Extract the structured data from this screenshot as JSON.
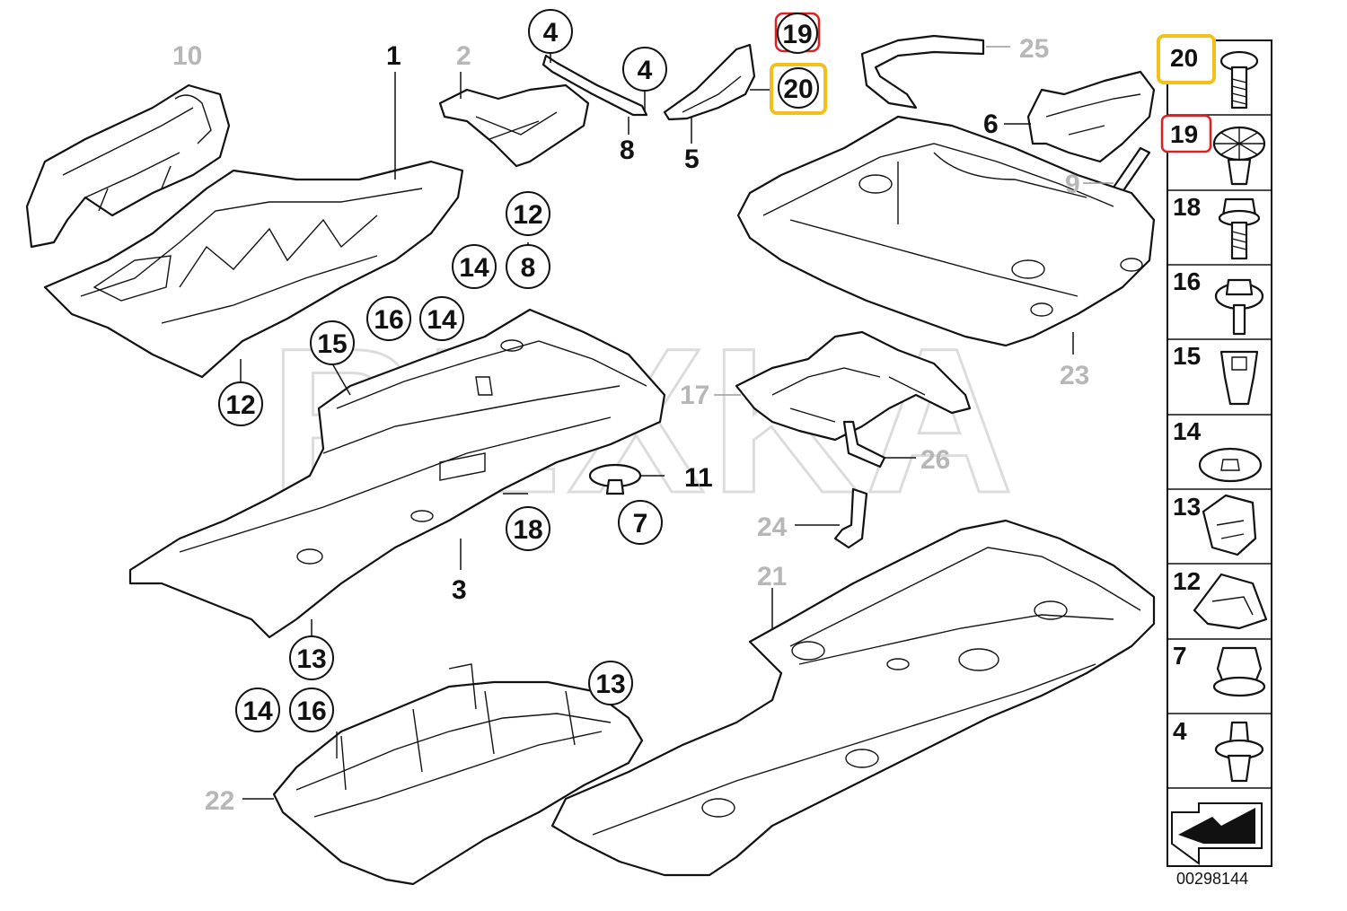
{
  "diagram": {
    "part_labels": {
      "p1": "1",
      "p2": "2",
      "p3": "3",
      "p5": "5",
      "p6": "6",
      "p8": "8",
      "p9": "9",
      "p10": "10",
      "p11": "11",
      "p17": "17",
      "p21": "21",
      "p22": "22",
      "p23": "23",
      "p24": "24",
      "p25": "25",
      "p26": "26"
    },
    "callouts": {
      "c4a": "4",
      "c4b": "4",
      "c19": "19",
      "c20": "20",
      "c12a": "12",
      "c14a": "14",
      "c8": "8",
      "c16a": "16",
      "c14b": "14",
      "c15": "15",
      "c12b": "12",
      "c7": "7",
      "c18": "18",
      "c13a": "13",
      "c14c": "14",
      "c16b": "16",
      "c13b": "13"
    },
    "fasteners": [
      {
        "number": "20",
        "highlight": "#f2c01a"
      },
      {
        "number": "19",
        "highlight": "#e02020"
      },
      {
        "number": "18"
      },
      {
        "number": "16"
      },
      {
        "number": "15"
      },
      {
        "number": "14"
      },
      {
        "number": "13"
      },
      {
        "number": "12"
      },
      {
        "number": "7"
      },
      {
        "number": "4"
      }
    ],
    "diagram_code": "00298144"
  },
  "watermark": "REXKA",
  "colors": {
    "highlight_yellow": "#f2c01a",
    "highlight_red": "#e02020",
    "line": "#111111",
    "grey_label": "#b7b7b7"
  }
}
